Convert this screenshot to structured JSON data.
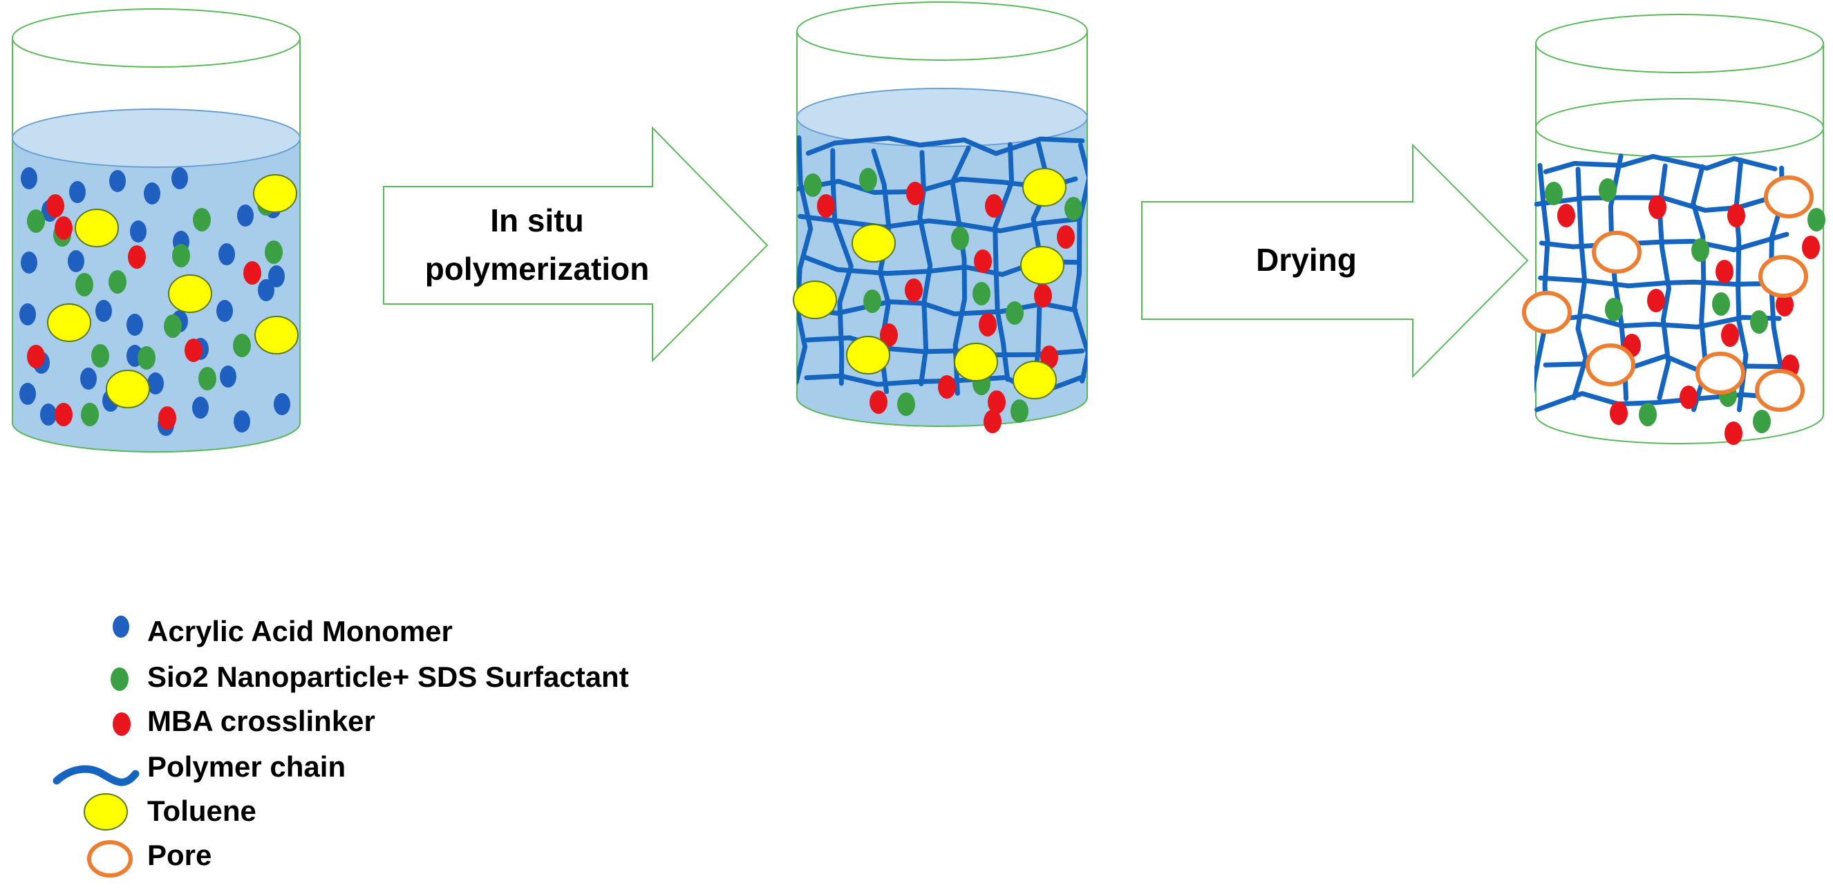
{
  "steps": {
    "polymerization": {
      "line1": "In situ",
      "line2": "polymerization"
    },
    "drying": {
      "label": "Drying"
    }
  },
  "legend": {
    "monomer": "Acrylic Acid Monomer",
    "nanoparticle": "Sio2 Nanoparticle+ SDS Surfactant",
    "crosslinker": "MBA crosslinker",
    "polymer_chain": "Polymer chain",
    "toluene": "Toluene",
    "pore": "Pore"
  },
  "colors": {
    "monomer": "#1f5fbf",
    "nanoparticle": "#3aa043",
    "crosslinker": "#e8161c",
    "polymer_chain": "#1565c0",
    "toluene": "#ffff00",
    "pore": "#ed7d31",
    "liquid": "#a8cdea",
    "liquid_top": "#c5def2",
    "outline": "#5cb85c"
  }
}
